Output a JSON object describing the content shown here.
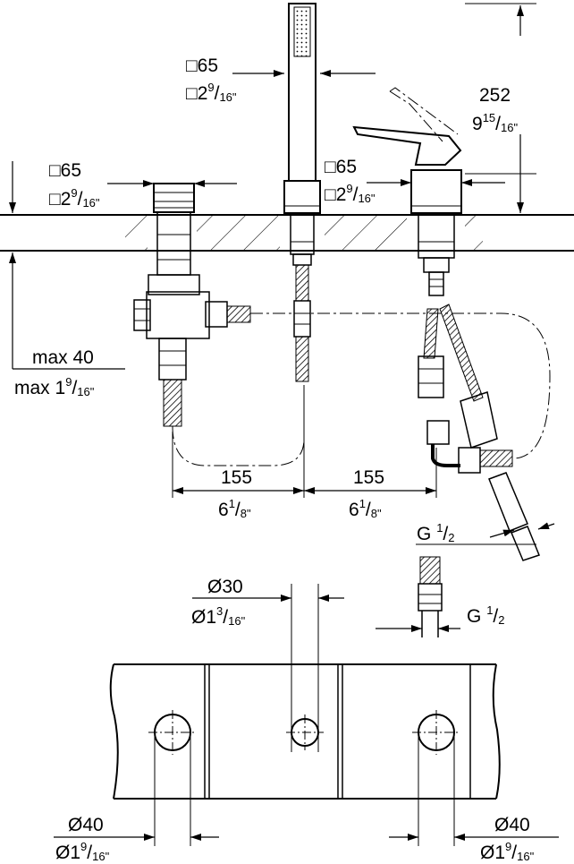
{
  "dimensions": {
    "top_height": {
      "metric": "252",
      "imperial_whole": "9",
      "imperial_num": "15",
      "imperial_den": "16\""
    },
    "spout_square_upper": {
      "metric": "□65",
      "imperial_prefix": "□",
      "imperial_whole": "2",
      "imperial_num": "9",
      "imperial_den": "16\""
    },
    "left_square": {
      "metric": "□65",
      "imperial_prefix": "□",
      "imperial_whole": "2",
      "imperial_num": "9",
      "imperial_den": "16\""
    },
    "right_square": {
      "metric": "□65",
      "imperial_prefix": "□",
      "imperial_whole": "2",
      "imperial_num": "9",
      "imperial_den": "16\""
    },
    "deck_thickness": {
      "metric": "max 40",
      "imperial_prefix": "max ",
      "imperial_whole": "1",
      "imperial_num": "9",
      "imperial_den": "16\""
    },
    "spacing_left": {
      "metric": "155",
      "imperial_whole": "6",
      "imperial_num": "1",
      "imperial_den": "8\""
    },
    "spacing_right": {
      "metric": "155",
      "imperial_whole": "6",
      "imperial_num": "1",
      "imperial_den": "8\""
    },
    "thread_upper": {
      "prefix": "G",
      "num": "1",
      "den": "2"
    },
    "thread_lower": {
      "prefix": "G",
      "num": "1",
      "den": "2"
    },
    "hole_center": {
      "metric": "Ø30",
      "imperial_prefix": "Ø",
      "imperial_whole": "1",
      "imperial_num": "3",
      "imperial_den": "16\""
    },
    "hole_left": {
      "metric": "Ø40",
      "imperial_prefix": "Ø",
      "imperial_whole": "1",
      "imperial_num": "9",
      "imperial_den": "16\""
    },
    "hole_right": {
      "metric": "Ø40",
      "imperial_prefix": "Ø",
      "imperial_whole": "1",
      "imperial_num": "9",
      "imperial_den": "16\""
    }
  }
}
